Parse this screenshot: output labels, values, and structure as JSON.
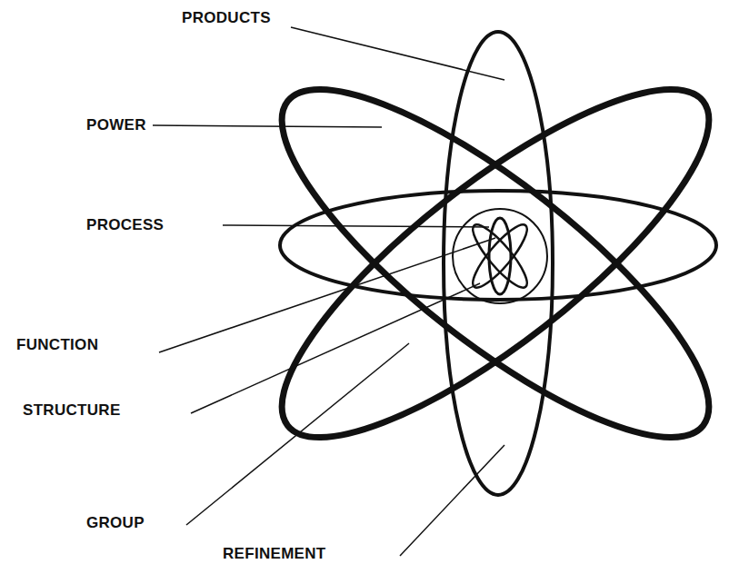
{
  "diagram": {
    "labels": [
      "PRODUCTS",
      "POWER",
      "PROCESS",
      "FUNCTION",
      "STRUCTURE",
      "GROUP",
      "REFINEMENT"
    ]
  }
}
